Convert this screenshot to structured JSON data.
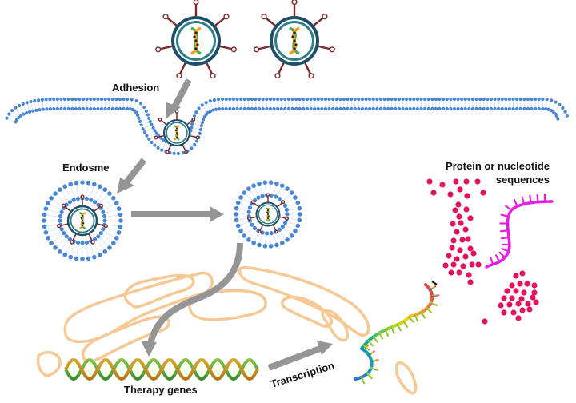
{
  "labels": {
    "adhesion": "Adhesion",
    "endosome": "Endosme",
    "products_line1": "Protein or nucleotide",
    "products_line2": "sequences",
    "therapy_genes": "Therapy genes",
    "transcription": "Transcription"
  },
  "colors": {
    "membrane": "#4a86d4",
    "arrow": "#959595",
    "organelle": "#f6c894",
    "virus_outer": "#1f4e6b",
    "virus_ring": "#2f7f86",
    "spike": "#7a2a2a",
    "protein_dots": "#e0145f",
    "rna_strand": "#e61ee0"
  },
  "icons": {
    "virus": "virus-icon",
    "dna": "dna-helix-icon",
    "rna": "rna-strand-icon"
  }
}
